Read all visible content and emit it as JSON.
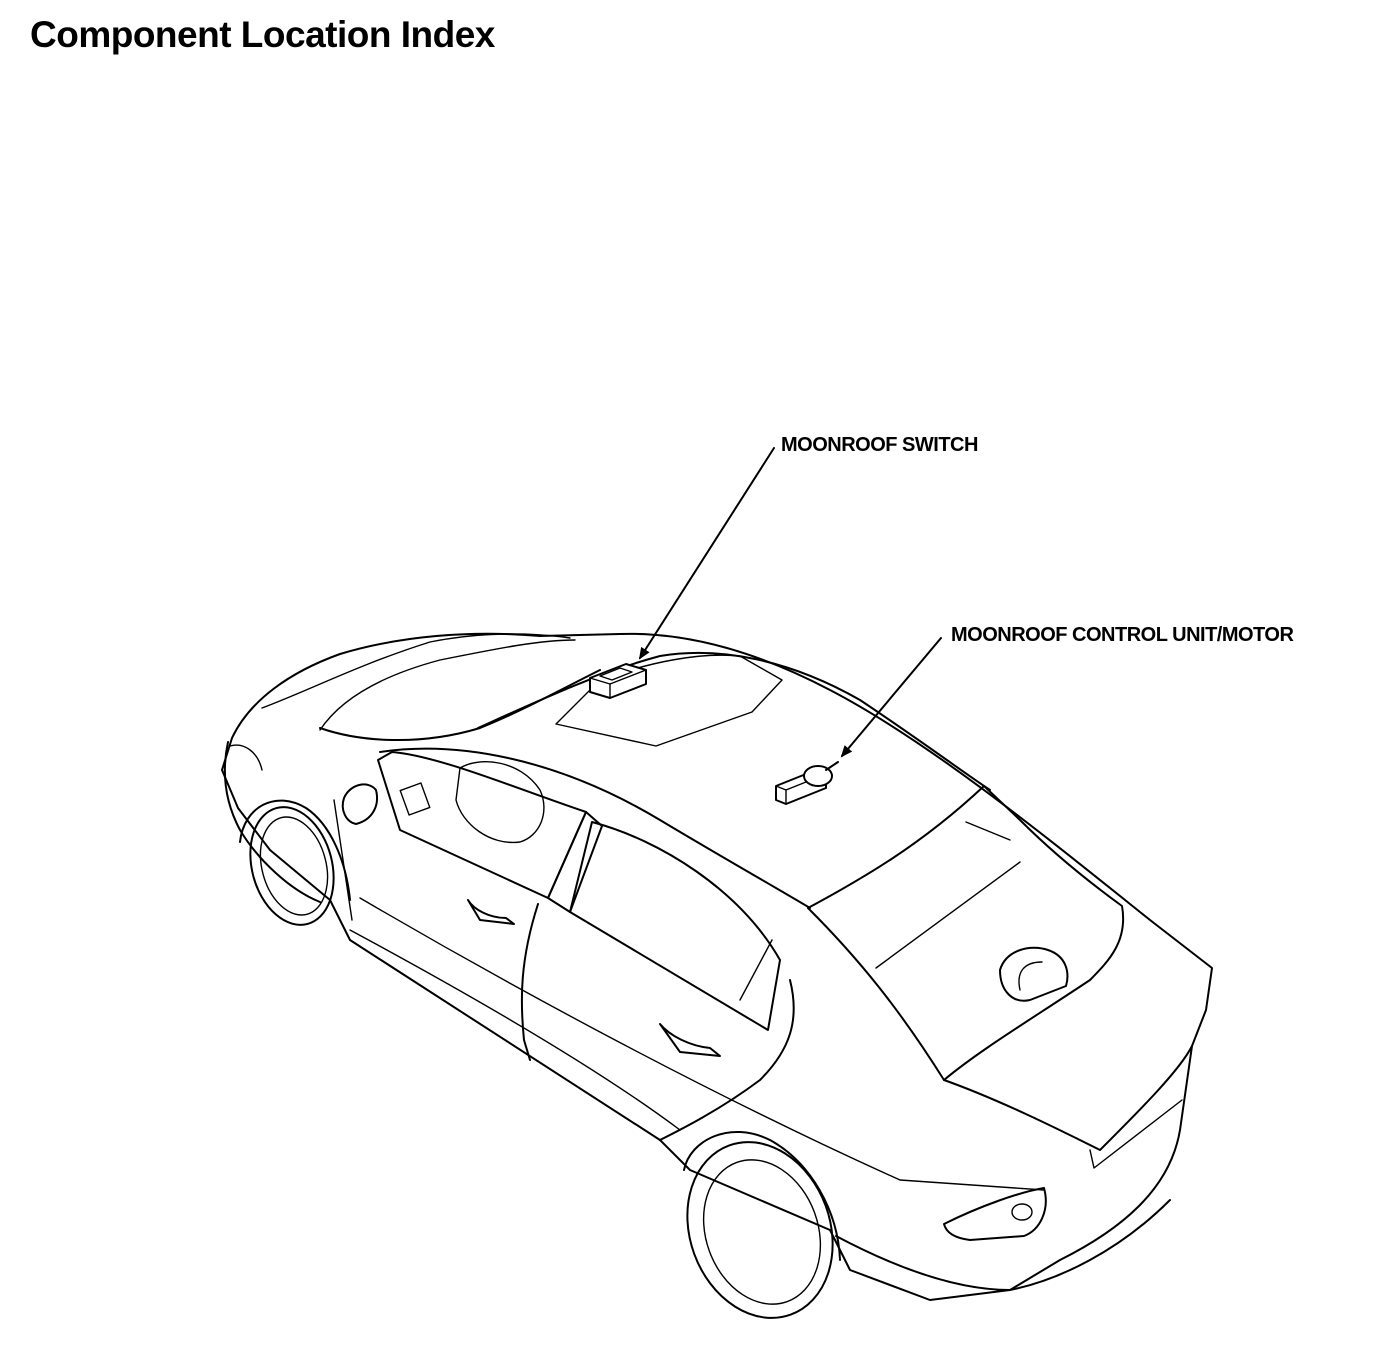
{
  "page": {
    "title": "Component Location Index"
  },
  "callouts": [
    {
      "id": "moonroof-switch",
      "label": "MOONROOF SWITCH"
    },
    {
      "id": "moonroof-control-unit",
      "label": "MOONROOF CONTROL UNIT/MOTOR"
    }
  ],
  "colors": {
    "ink": "#000000",
    "paper": "#ffffff"
  }
}
